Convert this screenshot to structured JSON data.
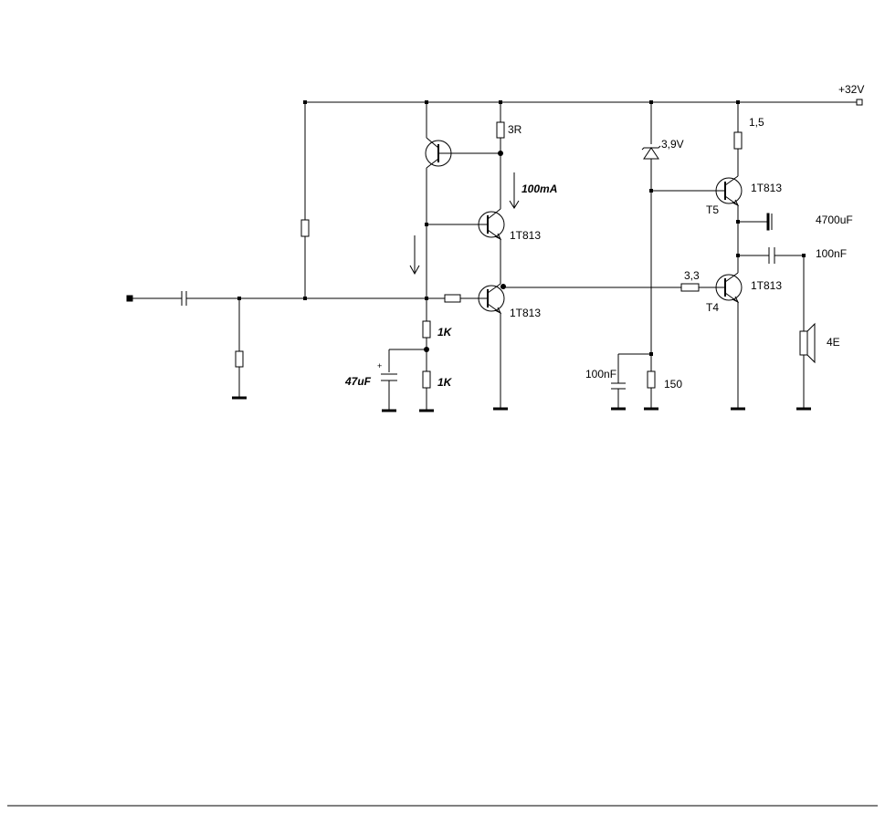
{
  "labels": {
    "supply": "+32V",
    "r_top": "3R",
    "current": "100mA",
    "q2_type": "1T813",
    "q3_type": "1T813",
    "r_1k_a": "1K",
    "r_1k_b": "1K",
    "cap_47": "47uF",
    "cap_plus": "+",
    "zener": "3,9V",
    "cap_100nf_left": "100nF",
    "r_150": "150",
    "r_33": "3,3",
    "r_15": "1,5",
    "t5_type": "1T813",
    "t5_name": "T5",
    "t4_type": "1T813",
    "t4_name": "T4",
    "cap_4700": "4700uF",
    "cap_100nf_right": "100nF",
    "speaker": "4E"
  }
}
